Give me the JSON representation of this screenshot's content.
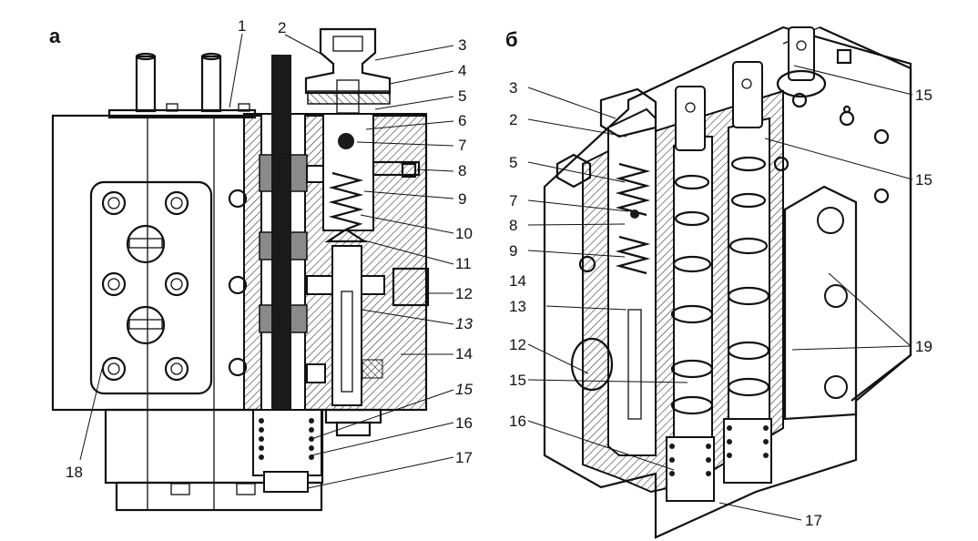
{
  "panels": [
    {
      "letter": "а",
      "labels": [
        "1",
        "2",
        "3",
        "4",
        "5",
        "6",
        "7",
        "8",
        "9",
        "10",
        "11",
        "12",
        "13",
        "14",
        "15",
        "16",
        "17",
        "18"
      ]
    },
    {
      "letter": "б",
      "labels": [
        "3",
        "2",
        "5",
        "7",
        "8",
        "9",
        "14",
        "13",
        "12",
        "15",
        "16",
        "15",
        "15",
        "19",
        "17"
      ]
    }
  ]
}
